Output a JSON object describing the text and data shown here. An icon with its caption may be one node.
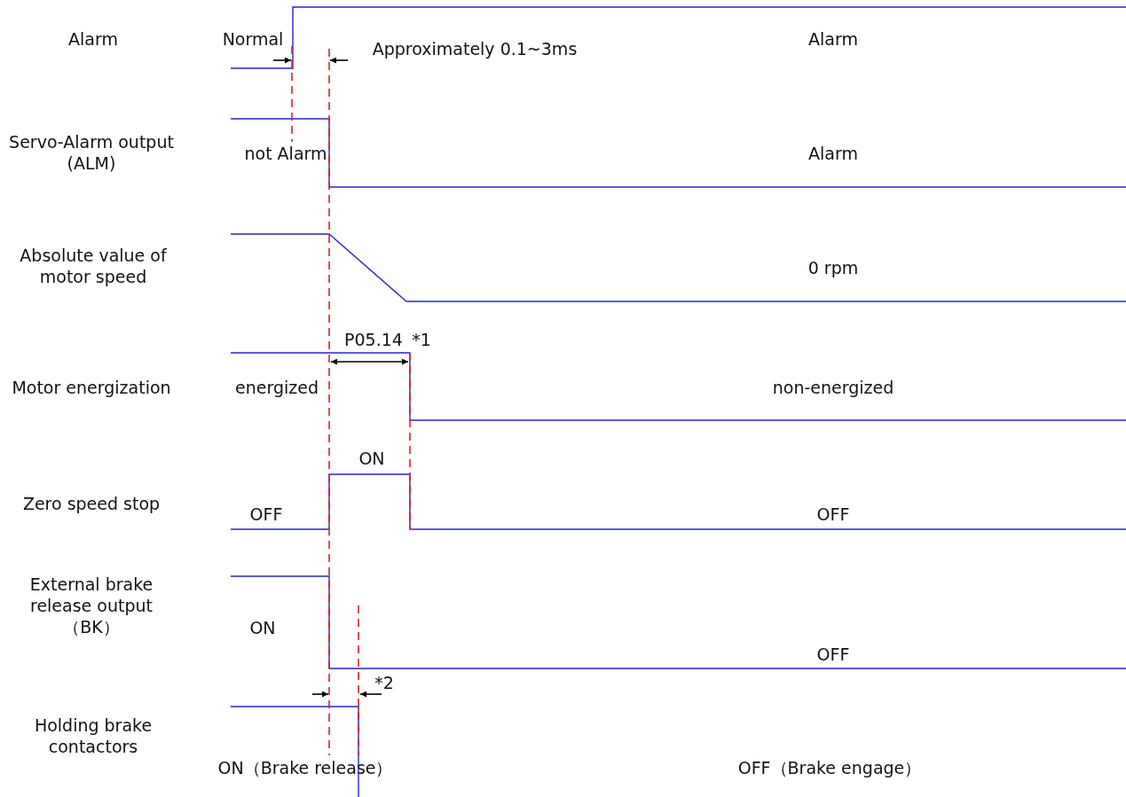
{
  "diagram": {
    "labels": [
      "Alarm",
      "Normal",
      "Approximately 0.1~3ms",
      "Alarm",
      "Servo-Alarm output (ALM)",
      "not Alarm",
      "Alarm",
      "Absolute value of motor speed",
      "0 rpm",
      "P05.14",
      "*1",
      "Motor energization",
      "energized",
      "non-energized",
      "ON",
      "Zero speed stop",
      "OFF",
      "OFF",
      "External brake release output （BK）",
      "ON",
      "OFF",
      "*2",
      "Holding brake contactors",
      "ON（Brake release）",
      "OFF（Brake engage）"
    ]
  }
}
